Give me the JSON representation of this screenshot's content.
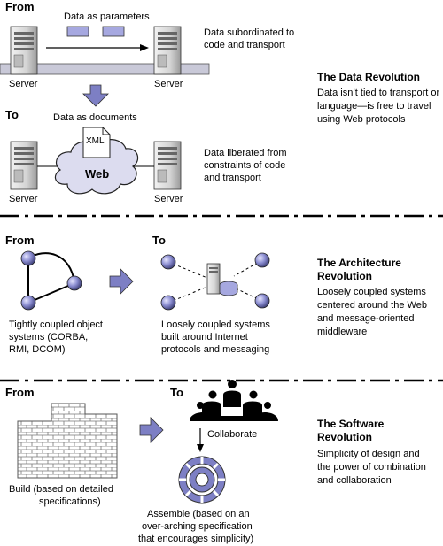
{
  "data_revolution": {
    "from_label": "From",
    "to_label": "To",
    "params_label": "Data as parameters",
    "top_note": [
      "Data subordinated to",
      "code and transport"
    ],
    "server_label": "Server",
    "docs_label": "Data as documents",
    "xml_label": "XML",
    "web_label": "Web",
    "bottom_note": [
      "Data liberated from",
      "constraints of code",
      "and transport"
    ],
    "title": "The Data Revolution",
    "description": [
      "Data isn’t tied to transport or",
      "language—is free to travel",
      "using Web protocols"
    ]
  },
  "architecture_revolution": {
    "from_label": "From",
    "to_label": "To",
    "left_caption": [
      "Tightly coupled object",
      "systems (CORBA,",
      "RMI, DCOM)"
    ],
    "right_caption": [
      "Loosely coupled systems",
      "built around Internet",
      "protocols and messaging"
    ],
    "title": [
      "The Architecture",
      "Revolution"
    ],
    "description": [
      "Loosely coupled systems",
      "centered around the Web",
      "and message-oriented",
      "middleware"
    ]
  },
  "software_revolution": {
    "from_label": "From",
    "to_label": "To",
    "collaborate_label": "Collaborate",
    "build_caption": [
      "Build (based on detailed",
      "specifications)"
    ],
    "assemble_caption": [
      "Assemble (based on an",
      "over-arching specification",
      "that encourages simplicity)"
    ],
    "title": [
      "The Software",
      "Revolution"
    ],
    "description": [
      "Simplicity of design and",
      "the power of combination",
      "and collaboration"
    ]
  },
  "colors": {
    "accent": "#7d7fc4",
    "accent_dark": "#4f5190",
    "divider": "#000000"
  }
}
